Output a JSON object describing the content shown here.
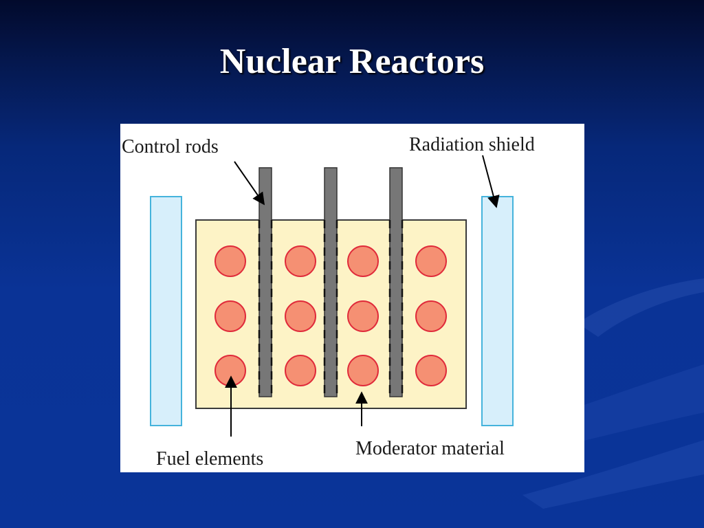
{
  "slide": {
    "title": "Nuclear Reactors"
  },
  "diagram": {
    "labels": {
      "control_rods": "Control rods",
      "radiation_shield": "Radiation shield",
      "fuel_elements": "Fuel elements",
      "moderator_material": "Moderator material"
    },
    "fuel_grid": {
      "rows": 3,
      "columns": 4
    },
    "control_rod_count": 3,
    "colors": {
      "background_blue": "#0a3499",
      "moderator_fill": "#fdf3c6",
      "shield_fill": "#d7effb",
      "shield_stroke": "#45b3dc",
      "fuel_fill": "#f59073",
      "fuel_stroke": "#e02a3a",
      "rod_fill": "#777777"
    }
  }
}
